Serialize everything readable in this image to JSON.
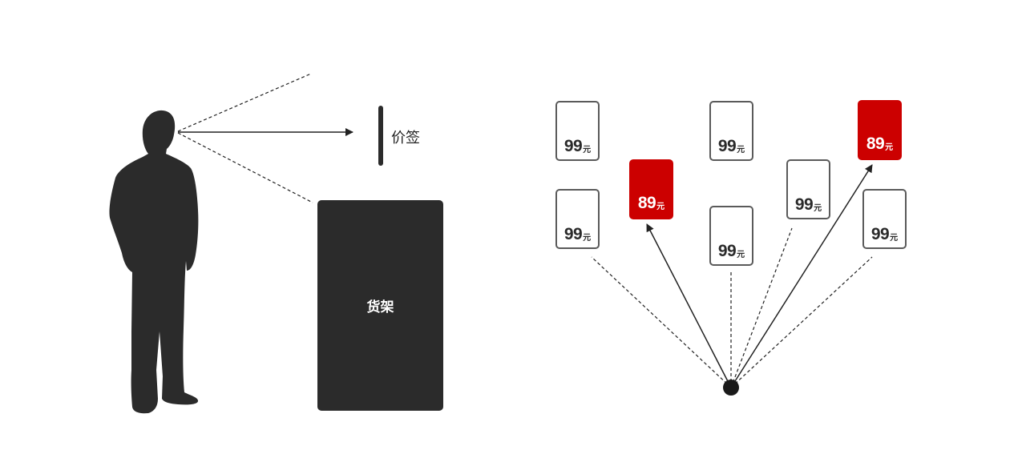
{
  "left_scene": {
    "shelf_label": "货架",
    "price_tag_label": "价签"
  },
  "right_scene": {
    "tags": [
      {
        "id": "t1",
        "value": "99",
        "unit": "元",
        "highlight": false
      },
      {
        "id": "t2",
        "value": "99",
        "unit": "元",
        "highlight": false
      },
      {
        "id": "t3",
        "value": "89",
        "unit": "元",
        "highlight": true
      },
      {
        "id": "t4",
        "value": "99",
        "unit": "元",
        "highlight": false
      },
      {
        "id": "t5",
        "value": "99",
        "unit": "元",
        "highlight": false
      },
      {
        "id": "t6",
        "value": "99",
        "unit": "元",
        "highlight": false
      },
      {
        "id": "t7",
        "value": "89",
        "unit": "元",
        "highlight": true
      },
      {
        "id": "t8",
        "value": "99",
        "unit": "元",
        "highlight": false
      }
    ]
  },
  "colors": {
    "dark": "#2b2b2b",
    "highlight_red": "#cc0000",
    "tag_border": "#5a5a5a",
    "line": "#222222"
  }
}
